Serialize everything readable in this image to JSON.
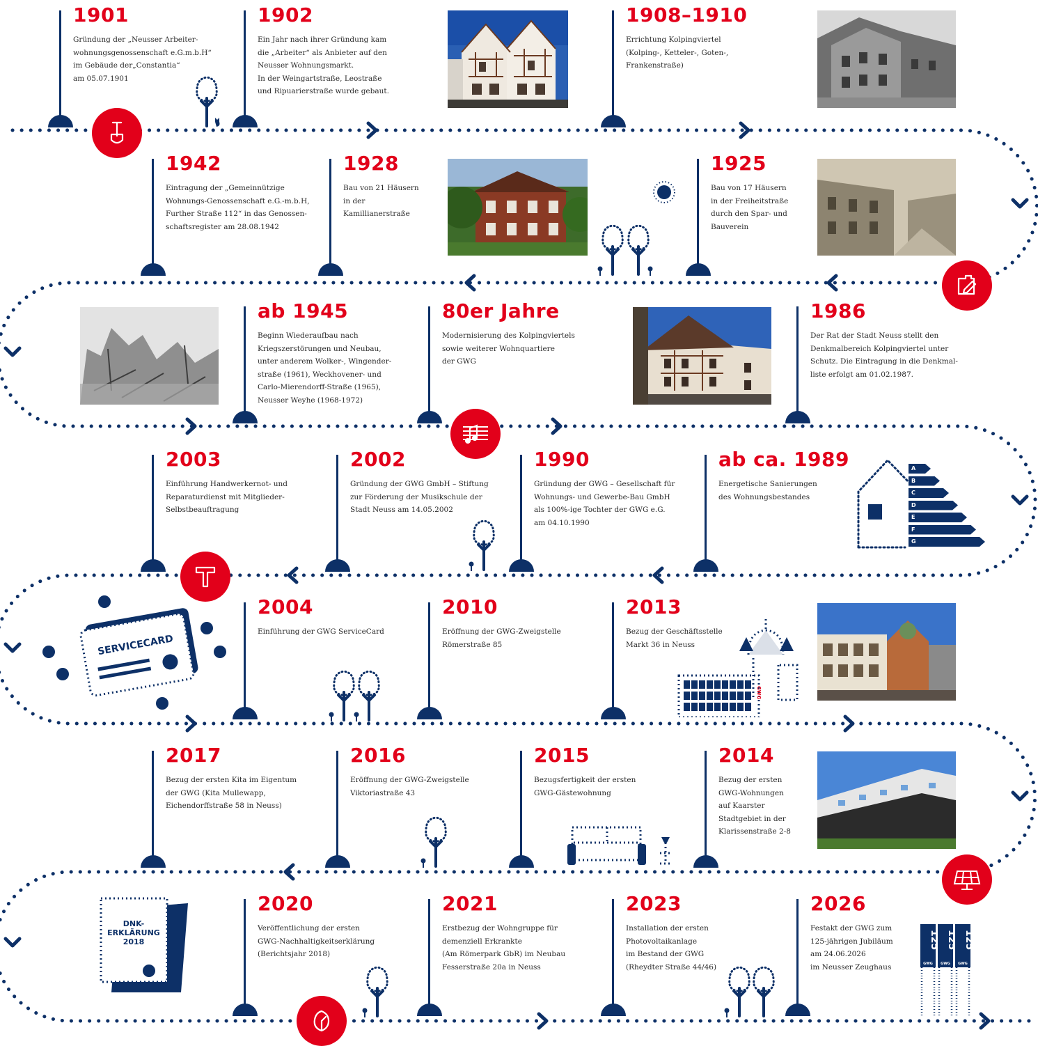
{
  "colors": {
    "navy": "#0d3067",
    "red": "#e2001a",
    "text": "#2a2a2a"
  },
  "events": [
    {
      "id": "e1901",
      "year": "1901",
      "desc": "Gründung der „Neusser Arbeiter-\nwohnungsgenossenschaft e.G.m.b.H“\nim Gebäude der„Constantia“\nam 05.07.1901"
    },
    {
      "id": "e1902",
      "year": "1902",
      "desc": "Ein Jahr nach ihrer Gründung kam\ndie „Arbeiter“ als Anbieter auf den\nNeusser Wohnungsmarkt.\nIn der Weingartstraße, Leostraße\nund Ripuarierstraße wurde gebaut."
    },
    {
      "id": "e1908",
      "year": "1908–1910",
      "desc": "Errichtung Kolpingviertel\n(Kolping-, Ketteler-, Goten-,\nFrankenstraße)"
    },
    {
      "id": "e1942",
      "year": "1942",
      "desc": "Eintragung der „Gemeinnützige\nWohnungs-Genossenschaft e.G.-m.b.H,\nFurther Straße 112“ in das Genossen-\nschaftsregister am 28.08.1942"
    },
    {
      "id": "e1928",
      "year": "1928",
      "desc": "Bau von 21 Häusern\nin der\nKamillianerstraße"
    },
    {
      "id": "e1925",
      "year": "1925",
      "desc": "Bau von 17 Häusern\nin der Freiheitstraße\ndurch den Spar- und\nBauverein"
    },
    {
      "id": "e1945",
      "year": "ab 1945",
      "desc": "Beginn Wiederaufbau nach\nKriegszerstörungen und Neubau,\nunter anderem Wolker-, Wingender-\nstraße (1961), Weckhovener- und\nCarlo-Mierendorff-Straße (1965),\nNeusser Weyhe (1968-1972)"
    },
    {
      "id": "e80er",
      "year": "80er Jahre",
      "desc": "Modernisierung des Kolpingviertels\nsowie weiterer Wohnquartiere\nder GWG"
    },
    {
      "id": "e1986",
      "year": "1986",
      "desc": "Der Rat der Stadt Neuss stellt den\nDenkmalbereich Kolpingviertel unter\nSchutz. Die Eintragung in die Denkmal-\nliste erfolgt am 01.02.1987."
    },
    {
      "id": "e2003",
      "year": "2003",
      "desc": "Einführung Handwerkernot- und\nReparaturdienst mit Mitglieder-\nSelbstbeauftragung"
    },
    {
      "id": "e2002",
      "year": "2002",
      "desc": "Gründung der GWG GmbH – Stiftung\nzur Förderung der Musikschule der\nStadt Neuss am 14.05.2002"
    },
    {
      "id": "e1990",
      "year": "1990",
      "desc": "Gründung der GWG – Gesellschaft für\nWohnungs- und Gewerbe-Bau GmbH\nals 100%-ige Tochter der GWG e.G.\nam 04.10.1990"
    },
    {
      "id": "e1989",
      "year": "ab ca. 1989",
      "desc": "Energetische Sanierungen\ndes Wohnungsbestandes"
    },
    {
      "id": "e2004",
      "year": "2004",
      "desc": "Einführung der GWG ServiceCard"
    },
    {
      "id": "e2010",
      "year": "2010",
      "desc": "Eröffnung der GWG-Zweigstelle\nRömerstraße 85"
    },
    {
      "id": "e2013",
      "year": "2013",
      "desc": "Bezug der Geschäftsstelle\nMarkt 36 in Neuss"
    },
    {
      "id": "e2017",
      "year": "2017",
      "desc": "Bezug der ersten Kita im Eigentum\nder GWG (Kita Mullewapp,\nEichendorffstraße 58 in Neuss)"
    },
    {
      "id": "e2016",
      "year": "2016",
      "desc": "Eröffnung der GWG-Zweigstelle\nViktoriastraße 43"
    },
    {
      "id": "e2015",
      "year": "2015",
      "desc": "Bezugsfertigkeit der ersten\nGWG-Gästewohnung"
    },
    {
      "id": "e2014",
      "year": "2014",
      "desc": "Bezug der ersten\nGWG-Wohnungen\nauf Kaarster\nStadtgebiet in der\nKlarissenstraße 2-8"
    },
    {
      "id": "e2020",
      "year": "2020",
      "desc": "Veröffentlichung der ersten\nGWG-Nachhaltigkeitserklärung\n(Berichtsjahr 2018)"
    },
    {
      "id": "e2021",
      "year": "2021",
      "desc": "Erstbezug der Wohngruppe für\ndemenziell Erkrankte\n(Am Römerpark GbR) im Neubau\nFesserstraße 20a in Neuss"
    },
    {
      "id": "e2023",
      "year": "2023",
      "desc": "Installation der ersten\nPhotovoltaikanlage\nim Bestand der GWG\n(Rheydter Straße 44/46)"
    },
    {
      "id": "e2026",
      "year": "2026",
      "desc": "Festakt der GWG zum\n125-jährigen Jubiläum\nam 24.06.2026\nim Neusser Zeughaus"
    }
  ],
  "energy_labels": [
    "A",
    "B",
    "C",
    "D",
    "E",
    "F",
    "G"
  ],
  "servicecard": {
    "label": "SERVICECARD"
  },
  "dnk": {
    "line1": "DNK-",
    "line2": "ERKLÄRUNG",
    "line3": "2018"
  },
  "jubilee": {
    "number": "125",
    "brand": "GWG"
  },
  "building_brand": "GWG",
  "icons": [
    "shovel-icon",
    "edit-icon",
    "music-icon",
    "hammer-icon",
    "solar-panel-icon",
    "leaf-icon"
  ]
}
